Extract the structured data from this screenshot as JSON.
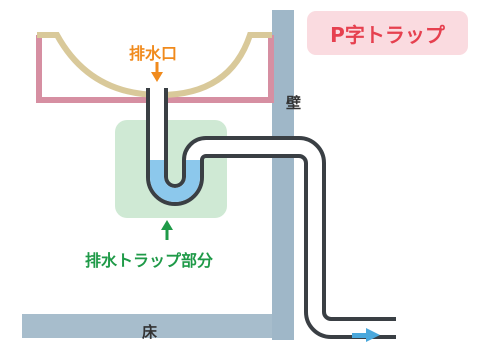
{
  "title": "P字トラップ",
  "labels": {
    "drain_port": "排水口",
    "wall": "壁",
    "floor": "床",
    "trap_part": "排水トラップ部分"
  },
  "colors": {
    "title_text": "#e6404f",
    "title_bg": "#fadbe0",
    "drain_port_label": "#f08a1c",
    "trap_part_label": "#1f9a48",
    "basin_outline": "#d9c99a",
    "counter_outline": "#d68fa2",
    "trap_area": "#cfe9d4",
    "pipe": "#3a3f44",
    "pipe_inner": "#ffffff",
    "water": "#8cc8ec",
    "flow_arrow": "#4aa8dc",
    "wall": "#9fb7c8"
  },
  "icons": {
    "drain_arrow": "arrow-down-icon",
    "trap_arrow": "arrow-up-icon",
    "flow_arrow": "arrow-right-icon"
  }
}
